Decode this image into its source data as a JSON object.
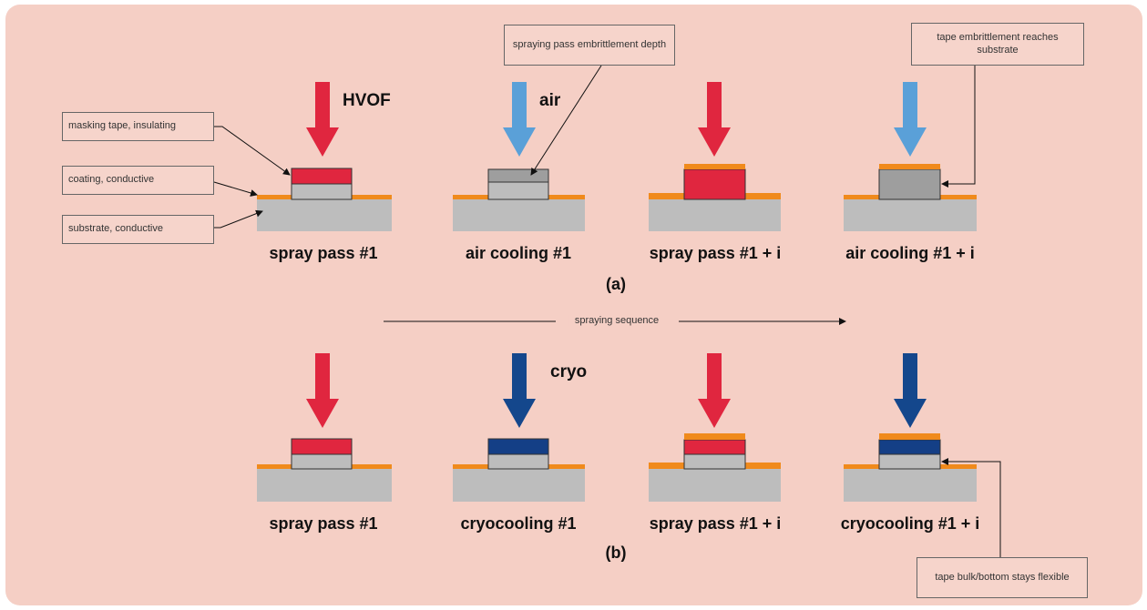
{
  "colors": {
    "background": "#f5cfc5",
    "substrate": "#bdbdbd",
    "coating": "#f08a1c",
    "tape_hot": "#e0263f",
    "tape_embrittled": "#9e9e9e",
    "tape_cryo": "#143f86",
    "arrow_hvof": "#e0263f",
    "arrow_air": "#5aa0d8",
    "arrow_cryo": "#14478c"
  },
  "callouts": {
    "masking_tape": "masking tape, insulating",
    "coating": "coating, conductive",
    "substrate": "substrate, conductive",
    "embrittlement_depth": "spraying pass embrittlement depth",
    "reaches_substrate": "tape embrittlement reaches substrate",
    "stays_flexible": "tape bulk/bottom stays flexible"
  },
  "media": {
    "hvof": "HVOF",
    "air": "air",
    "cryo": "cryo"
  },
  "row_a": {
    "label": "(a)",
    "steps": [
      {
        "caption": "spray pass #1",
        "arrow": "hvof-arrow-icon"
      },
      {
        "caption": "air  cooling #1",
        "arrow": "air-arrow-icon"
      },
      {
        "caption": "spray pass #1 + i",
        "arrow": "hvof-arrow-icon"
      },
      {
        "caption": "air cooling #1 + i",
        "arrow": "air-arrow-icon"
      }
    ]
  },
  "sequence_label": "spraying sequence",
  "row_b": {
    "label": "(b)",
    "steps": [
      {
        "caption": "spray pass #1",
        "arrow": "hvof-arrow-icon"
      },
      {
        "caption": "cryocooling #1",
        "arrow": "cryo-arrow-icon"
      },
      {
        "caption": "spray pass #1 + i",
        "arrow": "hvof-arrow-icon"
      },
      {
        "caption": "cryocooling #1 + i",
        "arrow": "cryo-arrow-icon"
      }
    ]
  }
}
